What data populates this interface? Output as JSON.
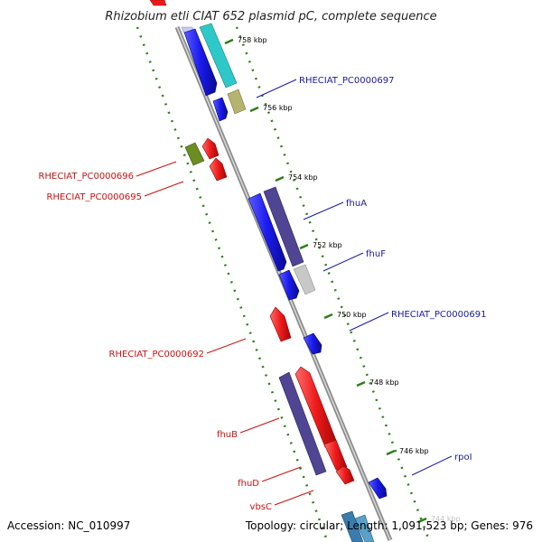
{
  "title": "Rhizobium etli CIAT 652 plasmid pC, complete sequence",
  "accession": "Accession: NC_010997",
  "summary": "Topology: circular; Length: 1,091,523 bp; Genes: 976",
  "colors": {
    "backbone": "#8c8c8c",
    "tick": "#2e7d1a",
    "forward_label": "#1a1aa0",
    "reverse_label": "#cc1111",
    "gene_blue": "#1a1aee",
    "gene_cyan": "#2ec8c8",
    "gene_khaki": "#b5b36e",
    "gene_purple": "#4f4593",
    "gene_grey": "#c8c8c8",
    "gene_red": "#ee1a1a",
    "gene_olive": "#6b8e23",
    "gene_lavender": "#c8c8f0"
  },
  "ticks": [
    {
      "label": "758 kbp"
    },
    {
      "label": "756 kbp"
    },
    {
      "label": "754 kbp"
    },
    {
      "label": "752 kbp"
    },
    {
      "label": "750 kbp"
    },
    {
      "label": "748 kbp"
    },
    {
      "label": "746 kbp"
    },
    {
      "label": "744 kbp"
    }
  ],
  "forward_labels": [
    {
      "text": "RHECIAT_PC0000697"
    },
    {
      "text": "fhuA"
    },
    {
      "text": "fhuF"
    },
    {
      "text": "RHECIAT_PC0000691"
    },
    {
      "text": "rpoI"
    }
  ],
  "reverse_labels": [
    {
      "text": "RHECIAT_PC0000696"
    },
    {
      "text": "RHECIAT_PC0000695"
    },
    {
      "text": "RHECIAT_PC0000692"
    },
    {
      "text": "fhuB"
    },
    {
      "text": "fhuD"
    },
    {
      "text": "vbsC"
    }
  ]
}
